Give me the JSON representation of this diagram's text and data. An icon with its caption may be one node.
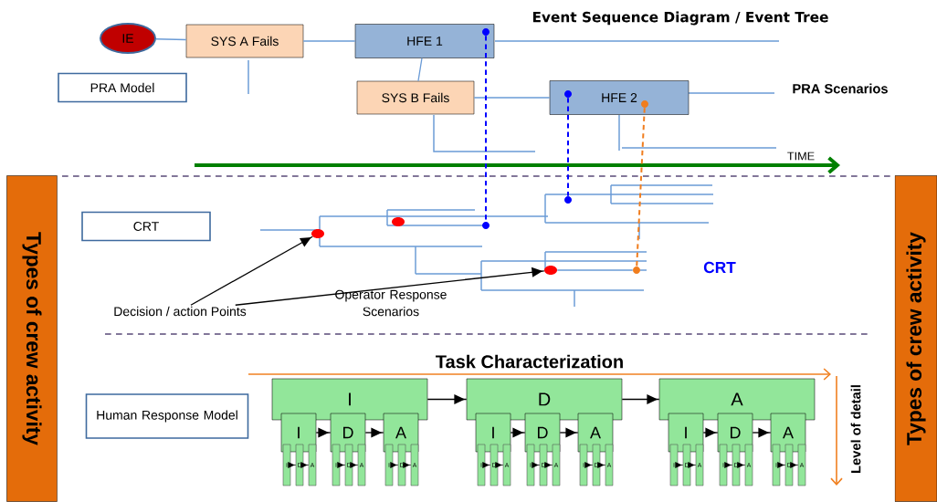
{
  "diagram": {
    "title": "Event Sequence Diagram / Event Tree",
    "nodes": [
      {
        "text": [
          "IE"
        ]
      },
      {
        "text": [
          "SYS A Fails"
        ]
      },
      {
        "text": [
          "HFE 1"
        ]
      },
      {
        "text": [
          "SYS B Fails"
        ]
      },
      {
        "text": [
          "HFE 2"
        ]
      },
      {
        "text": [
          "PRA Model"
        ]
      },
      {
        "text": [
          "Types of crew  activity"
        ]
      },
      {
        "text": [
          "Types of crew  activity"
        ]
      },
      {
        "text": [
          "CRT"
        ]
      },
      {
        "text": [
          "Decision / action Points"
        ]
      },
      {
        "text": [],
        "shape": "circle"
      },
      {
        "text": [],
        "shape": "circle"
      },
      {
        "text": [],
        "shape": "circle"
      },
      {
        "text": [],
        "shape": "circle",
        "in": 2
      },
      {
        "text": [],
        "shape": "circle"
      },
      {
        "text": [],
        "shape": "circle",
        "in": 4
      },
      {
        "text": [],
        "shape": "circle"
      },
      {
        "text": [],
        "shape": "circle",
        "in": 4
      },
      {
        "text": [],
        "shape": "circle"
      },
      {
        "text": [
          "Human Response Model"
        ]
      },
      {
        "text": [
          "I"
        ]
      },
      {
        "text": [
          "D"
        ]
      },
      {
        "text": [
          "A"
        ]
      },
      {
        "text": [
          "I"
        ]
      },
      {
        "text": [
          "D"
        ]
      },
      {
        "text": [
          "A"
        ]
      },
      {
        "text": [
          "I"
        ]
      },
      {
        "text": [
          "D"
        ]
      },
      {
        "text": [
          "A"
        ]
      },
      {
        "text": [
          "I"
        ]
      },
      {
        "text": [
          "D"
        ]
      },
      {
        "text": [
          "A"
        ]
      },
      {
        "text": [
          "I"
        ]
      },
      {
        "text": [
          "D"
        ]
      },
      {
        "text": [
          "A"
        ]
      },
      {
        "text": [
          "I"
        ]
      },
      {
        "text": [
          "D"
        ]
      },
      {
        "text": [
          "A"
        ]
      },
      {
        "text": [
          "I"
        ]
      },
      {
        "text": [
          "D"
        ]
      },
      {
        "text": [
          "A"
        ]
      },
      {
        "text": [
          "I"
        ]
      },
      {
        "text": [
          "D"
        ]
      },
      {
        "text": [
          "A"
        ]
      },
      {
        "text": [
          "I"
        ]
      },
      {
        "text": [
          "D"
        ]
      },
      {
        "text": [
          "A"
        ]
      },
      {
        "text": [
          "I"
        ]
      },
      {
        "text": [
          "D"
        ]
      },
      {
        "text": [
          "A"
        ]
      },
      {
        "text": [
          "I"
        ]
      },
      {
        "text": [
          "D"
        ]
      },
      {
        "text": [
          "A"
        ]
      },
      {
        "text": [
          "I"
        ]
      },
      {
        "text": [
          "D"
        ]
      },
      {
        "text": [
          "A"
        ]
      },
      {
        "text": [
          "I"
        ]
      },
      {
        "text": [
          "D"
        ]
      },
      {
        "text": [
          "A"
        ]
      }
    ],
    "edges": [
      {
        "from": 0,
        "to": 1,
        "arrow": "none",
        "color": "#6a9bd6"
      },
      {
        "from": 1,
        "to": 2,
        "arrow": "none",
        "color": "#6a9bd6"
      },
      {
        "from": 2,
        "to": 3,
        "arrow": "none",
        "color": "#6a9bd6"
      },
      {
        "from": 3,
        "to": 4,
        "arrow": "none",
        "color": "#6a9bd6"
      },
      {
        "from": 13,
        "to": 14,
        "arrow": "none",
        "style": "dashed",
        "color": "#0000ff"
      },
      {
        "from": 15,
        "to": 16,
        "arrow": "none",
        "style": "dashed",
        "color": "#0000ff"
      },
      {
        "from": 17,
        "to": 18,
        "arrow": "none",
        "style": "dashed",
        "color": "#f07d1e"
      },
      {
        "from": 12,
        "to": 18,
        "arrow": "none",
        "color": "#6a9bd6"
      },
      {
        "from": 9,
        "to": 10,
        "arrow": "to"
      },
      {
        "from": 9,
        "to": 12,
        "arrow": "to"
      },
      {
        "from": 20,
        "to": 21,
        "arrow": "to"
      },
      {
        "from": 21,
        "to": 22,
        "arrow": "to"
      },
      {
        "from": 23,
        "to": 24,
        "arrow": "to"
      },
      {
        "from": 24,
        "to": 25,
        "arrow": "to"
      },
      {
        "from": 26,
        "to": 27,
        "arrow": "to"
      },
      {
        "from": 27,
        "to": 28,
        "arrow": "to"
      },
      {
        "from": 29,
        "to": 30,
        "arrow": "to"
      },
      {
        "from": 30,
        "to": 31,
        "arrow": "to"
      },
      {
        "from": 32,
        "to": 33,
        "arrow": "to"
      },
      {
        "from": 33,
        "to": 34,
        "arrow": "to"
      },
      {
        "from": 35,
        "to": 36,
        "arrow": "to"
      },
      {
        "from": 36,
        "to": 37,
        "arrow": "to"
      },
      {
        "from": 38,
        "to": 39,
        "arrow": "to"
      },
      {
        "from": 39,
        "to": 40,
        "arrow": "to"
      },
      {
        "from": 41,
        "to": 42,
        "arrow": "to"
      },
      {
        "from": 42,
        "to": 43,
        "arrow": "to"
      },
      {
        "from": 44,
        "to": 45,
        "arrow": "to"
      },
      {
        "from": 45,
        "to": 46,
        "arrow": "to"
      },
      {
        "from": 47,
        "to": 48,
        "arrow": "to"
      },
      {
        "from": 48,
        "to": 49,
        "arrow": "to"
      },
      {
        "from": 50,
        "to": 51,
        "arrow": "to"
      },
      {
        "from": 51,
        "to": 52,
        "arrow": "to"
      },
      {
        "from": 53,
        "to": 54,
        "arrow": "to"
      },
      {
        "from": 54,
        "to": 55,
        "arrow": "to"
      },
      {
        "from": 56,
        "to": 57,
        "arrow": "to"
      },
      {
        "from": 57,
        "to": 58,
        "arrow": "to"
      }
    ],
    "labels": [
      "PRA Scenarios",
      "TIME",
      "CRT",
      "Operator Response Scenarios",
      "Task Characterization",
      "Level of detail"
    ]
  }
}
